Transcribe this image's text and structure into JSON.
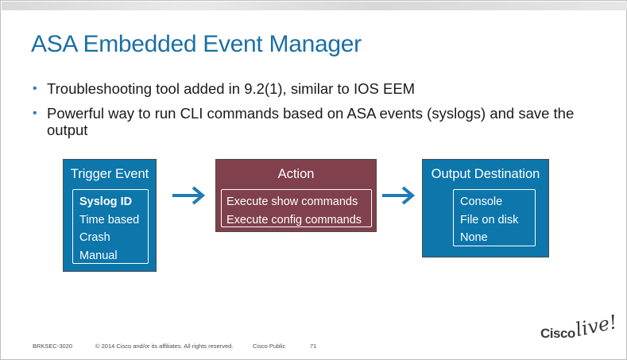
{
  "slide": {
    "title": "ASA Embedded Event Manager",
    "bullets": [
      "Troubleshooting tool added in 9.2(1), similar to IOS EEM",
      "Powerful way to run CLI commands based on ASA events (syslogs) and save the output"
    ]
  },
  "diagram": {
    "trigger": {
      "title": "Trigger Event",
      "items": [
        "Syslog ID",
        "Time based",
        "Crash",
        "Manual"
      ]
    },
    "action": {
      "title": "Action",
      "items": [
        "Execute show commands",
        "Execute config commands"
      ]
    },
    "output": {
      "title": "Output Destination",
      "items": [
        "Console",
        "File on disk",
        "None"
      ]
    }
  },
  "footer": {
    "session": "BRKSEC-3020",
    "copyright": "© 2014 Cisco and/or its affiliates. All rights reserved.",
    "classification": "Cisco Public",
    "page_number": "71"
  },
  "logo": {
    "brand": "Cisco",
    "event": "live!"
  },
  "colors": {
    "title_blue": "#1c6fa5",
    "box_blue": "#0d76ab",
    "box_maroon": "#80404c",
    "arrow_blue": "#1f7bb5"
  },
  "icons": [
    "bullet-icon",
    "arrow-right-icon"
  ]
}
